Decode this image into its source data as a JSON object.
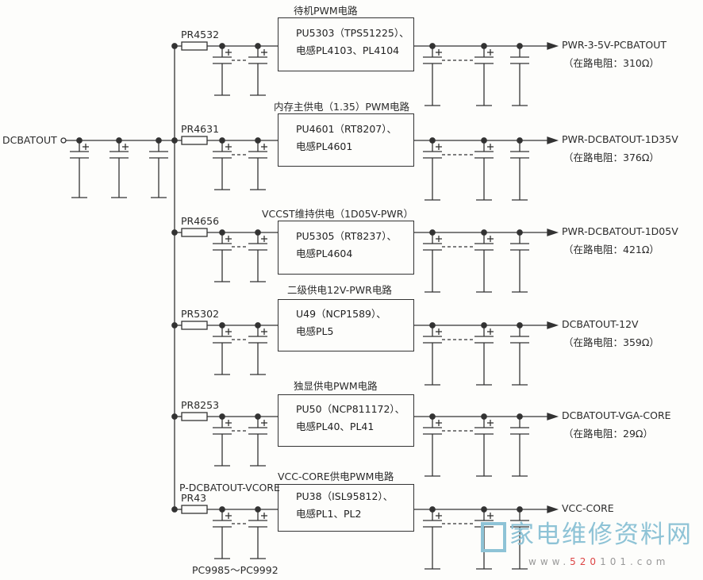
{
  "input_label": "DCBATOUT",
  "rows": [
    {
      "title": "待机PWM电路",
      "resistor": "PR4532",
      "chip": "PU5303（TPS51225）、",
      "inductor": "电感PL4103、PL4104",
      "output": "PWR-3-5V-PCBATOUT",
      "resistance": "（在路电阻：310Ω）"
    },
    {
      "title": "内存主供电（1.35）PWM电路",
      "resistor": "PR4631",
      "chip": "PU4601（RT8207）、",
      "inductor": "电感PL4601",
      "output": "PWR-DCBATOUT-1D35V",
      "resistance": "（在路电阻：376Ω）"
    },
    {
      "title": "VCCST维持供电（1D05V-PWR）",
      "resistor": "PR4656",
      "chip": "PU5305（RT8237）、",
      "inductor": "电感PL4604",
      "output": "PWR-DCBATOUT-1D05V",
      "resistance": "（在路电阻：421Ω）"
    },
    {
      "title": "二级供电12V-PWR电路",
      "resistor": "PR5302",
      "chip": "U49（NCP1589）、",
      "inductor": "电感PL5",
      "output": "DCBATOUT-12V",
      "resistance": "（在路电阻：359Ω）"
    },
    {
      "title": "独显供电PWM电路",
      "resistor": "PR8253",
      "chip": "PU50（NCP811172）、",
      "inductor": "电感PL40、PL41",
      "output": "DCBATOUT-VGA-CORE",
      "resistance": "（在路电阻：29Ω）"
    },
    {
      "title": "VCC-CORE供电PWM电路",
      "resistor": "PR43",
      "chip": "PU38（ISL95812）、",
      "inductor": "电感PL1、PL2",
      "output": "VCC-CORE",
      "resistance": ""
    }
  ],
  "vcore_net_label": "P-DCBATOUT-VCORE",
  "cap_range_label": "PC9985～PC9992",
  "watermark": {
    "cn": "家电维修资料网",
    "url_pre": "www.",
    "url_red": "520",
    "url_post": "101.com"
  }
}
